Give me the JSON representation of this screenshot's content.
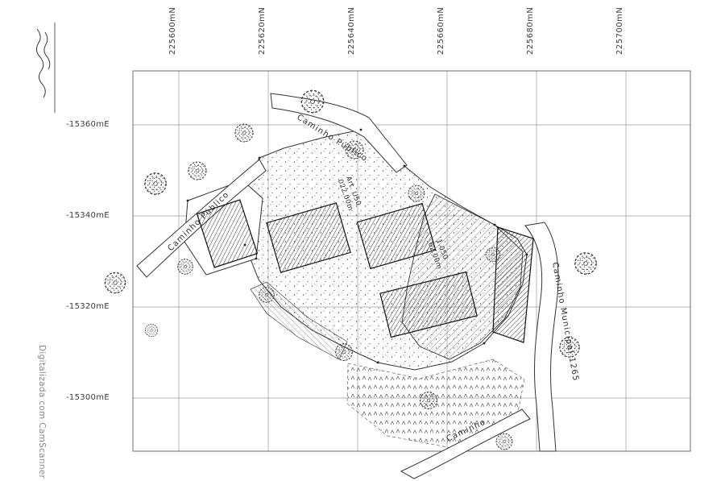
{
  "scan": {
    "watermark": "Digitalizada com CamScanner"
  },
  "grid": {
    "north_labels": [
      "225600mN",
      "225620mN",
      "225640mN",
      "225660mN",
      "225680mN",
      "225700mN"
    ],
    "east_labels": [
      "-15360mE",
      "-15340mE",
      "-15320mE",
      "-15300mE"
    ]
  },
  "map": {
    "roads": {
      "top": "Caminho Público",
      "left": "Caminho Público",
      "right": "Caminho Municipal 1265",
      "bottom": "Caminho"
    },
    "annotations": {
      "parcel_ref": "Art. U50",
      "parcel_front": "022.00m",
      "note_ref": "1.050",
      "note_front": "62.00m"
    },
    "colors": {
      "ink": "#333333",
      "grid": "#9a9a9a",
      "paper": "#ffffff"
    }
  }
}
